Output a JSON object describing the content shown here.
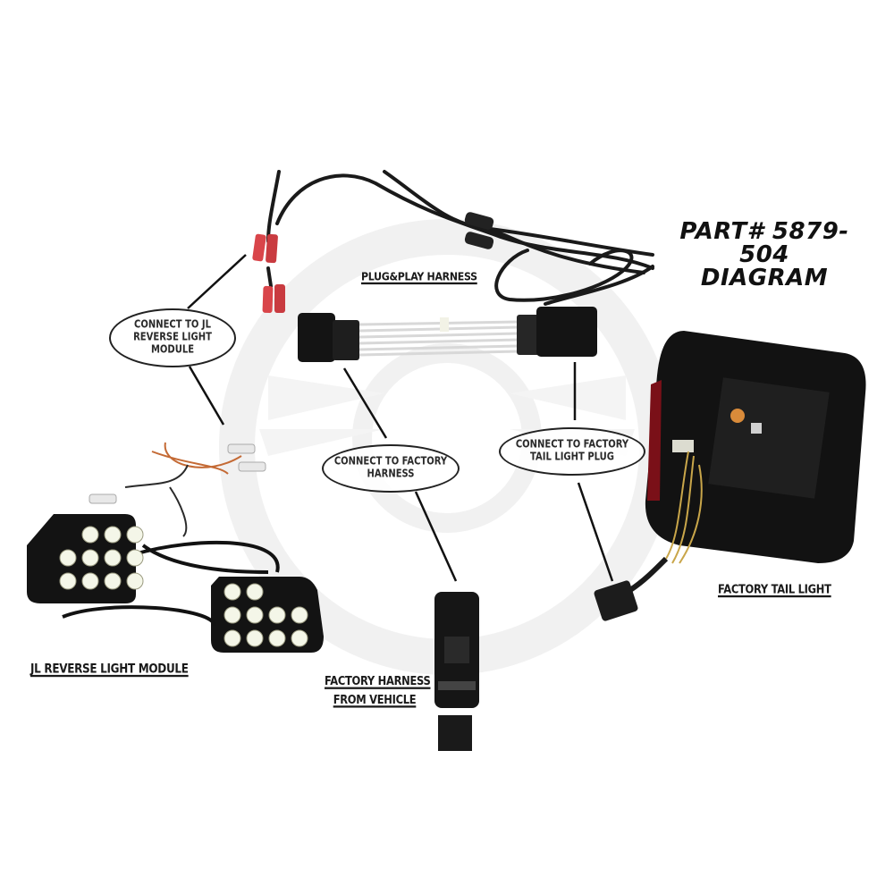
{
  "title": {
    "line1": "PART# 5879-504",
    "line2": "DIAGRAM"
  },
  "components": {
    "plug_play_harness": "PLUG&PLAY HARNESS",
    "jl_reverse_light_module": "JL REVERSE LIGHT MODULE",
    "factory_harness_line1": "FACTORY HARNESS",
    "factory_harness_line2": "FROM VEHICLE",
    "factory_tail_light": "FACTORY TAIL LIGHT"
  },
  "callouts": {
    "jl_module": [
      "CONNECT TO JL",
      "REVERSE LIGHT",
      "MODULE"
    ],
    "factory_harness": [
      "CONNECT TO FACTORY",
      "HARNESS"
    ],
    "tail_light_plug": [
      "CONNECT TO FACTORY",
      "TAIL LIGHT PLUG"
    ]
  },
  "colors": {
    "background": "#ffffff",
    "text": "#1a1a1a",
    "connector_black": "#151515",
    "terminal_red": "#d9454a",
    "led_white": "#f4f6e8",
    "watermark": "#eeeeee",
    "amber_bulb": "#d98b3a"
  }
}
